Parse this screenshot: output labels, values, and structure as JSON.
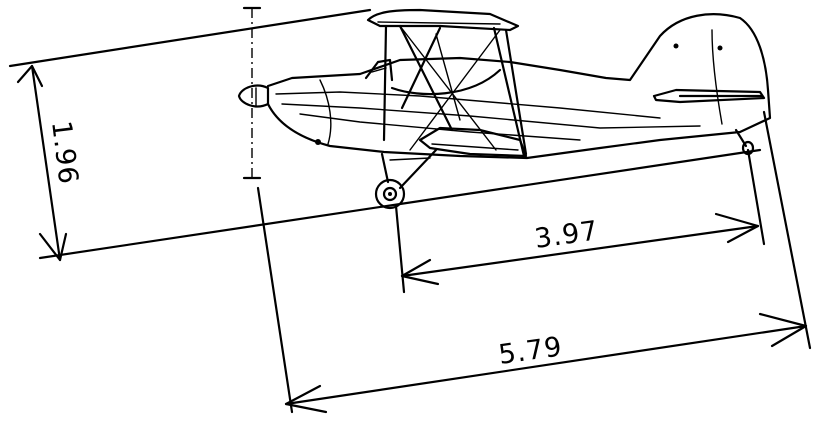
{
  "dimensions": {
    "height": "1.96",
    "wheelbase": "3.97",
    "length": "5.79"
  },
  "colors": {
    "ink": "#000000",
    "background": "#ffffff"
  }
}
